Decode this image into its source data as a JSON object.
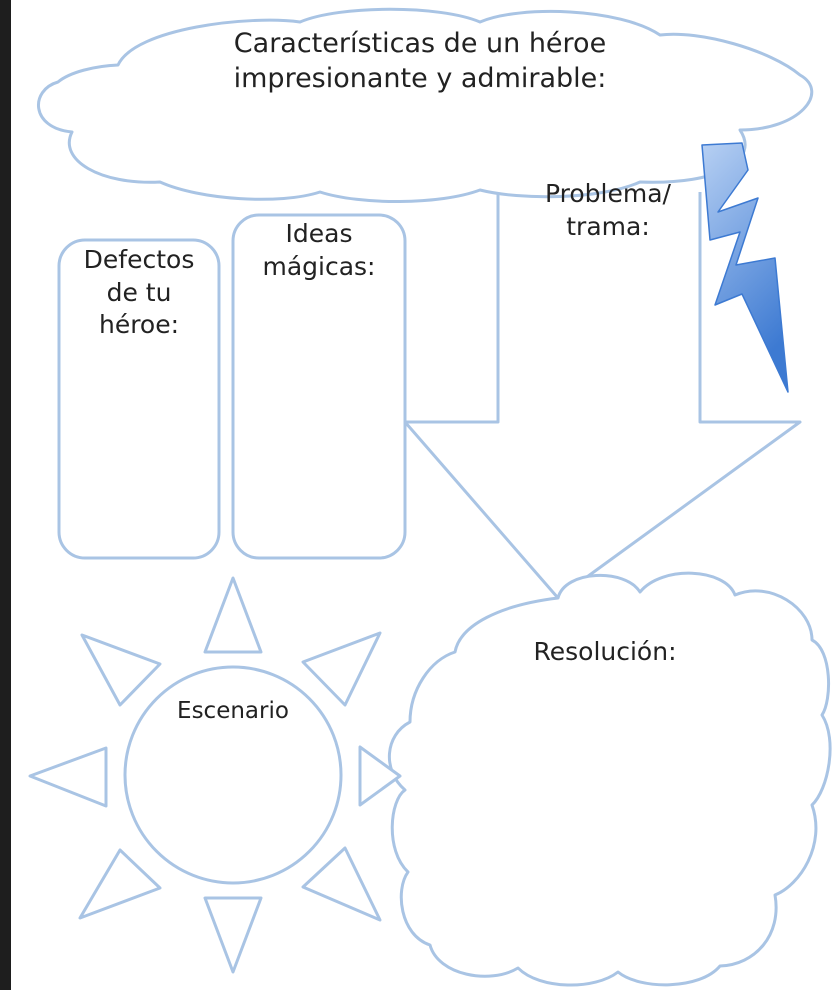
{
  "colors": {
    "outline": "#a9c4e4",
    "frame": "#1e1e1e",
    "bolt_light": "#b7d0f3",
    "bolt_dark": "#3d7ad2",
    "text": "#222222"
  },
  "heroe": {
    "line1": "Características de un héroe",
    "line2": "impresionante y admirable:"
  },
  "problema": {
    "line1": "Problema/",
    "line2": "trama:"
  },
  "defectos": {
    "line1": "Defectos",
    "line2": "de tu",
    "line3": "héroe:"
  },
  "ideas": {
    "line1": "Ideas",
    "line2": "mágicas:"
  },
  "escenario": {
    "label": "Escenario"
  },
  "resolucion": {
    "label": "Resolución:"
  },
  "icons": {
    "cloud_top": "cloud-shape",
    "bolt": "lightning-bolt",
    "arrow": "down-arrow-shape",
    "sun": "sun-shape",
    "cloud_bottom": "cloud-shape"
  }
}
